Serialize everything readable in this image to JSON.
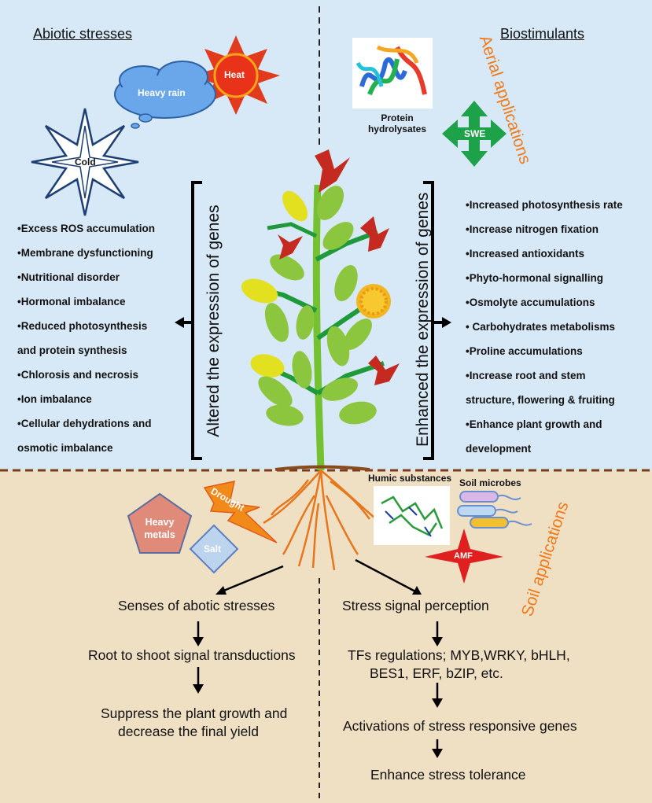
{
  "headings": {
    "abiotic": "Abiotic stresses",
    "biostimulants": "Biostimulants"
  },
  "side_labels": {
    "aerial": "Aerial applications",
    "soil": "Soil applications"
  },
  "shapes": {
    "heat": "Heat",
    "heavy_rain": "Heavy rain",
    "cold": "Cold",
    "protein": "Protein hydrolysates",
    "swe": "SWE",
    "heavy_metals": "Heavy metals",
    "drought": "Drought",
    "salt": "Salt",
    "humic": "Humic substances",
    "soil_microbes": "Soil microbes",
    "amf": "AMF"
  },
  "brackets": {
    "left": "Altered the expression of genes",
    "right": "Enhanced the expression of genes"
  },
  "left_effects": [
    "•Excess ROS accumulation",
    "•Membrane dysfunctioning",
    "•Nutritional disorder",
    "•Hormonal imbalance",
    "•Reduced photosynthesis",
    "and protein synthesis",
    "•Chlorosis and necrosis",
    "•Ion imbalance",
    "•Cellular dehydrations and",
    "osmotic imbalance"
  ],
  "right_effects": [
    "•Increased photosynthesis rate",
    "•Increase nitrogen fixation",
    "•Increased antioxidants",
    "•Phyto-hormonal signalling",
    "•Osmolyte accumulations",
    "• Carbohydrates metabolisms",
    "•Proline accumulations",
    "•Increase root and stem",
    "structure, flowering & fruiting",
    "•Enhance plant growth and",
    "development"
  ],
  "left_flow": {
    "step1": "Senses of abotic stresses",
    "step2": "Root to shoot signal transductions",
    "step3a": "Suppress the plant growth and",
    "step3b": "decrease the final yield"
  },
  "right_flow": {
    "step1": "Stress signal perception",
    "step2a": "TFs regulations; MYB,WRKY, bHLH,",
    "step2b": "BES1, ERF, bZIP, etc.",
    "step3": "Activations of stress responsive genes",
    "step4": "Enhance stress tolerance"
  },
  "colors": {
    "sky": "#d7e8f6",
    "soil": "#efe0c4",
    "orange_label": "#f07a1a",
    "stem": "#74c132",
    "leaf": "#8cc63f",
    "root": "#e8761c"
  }
}
